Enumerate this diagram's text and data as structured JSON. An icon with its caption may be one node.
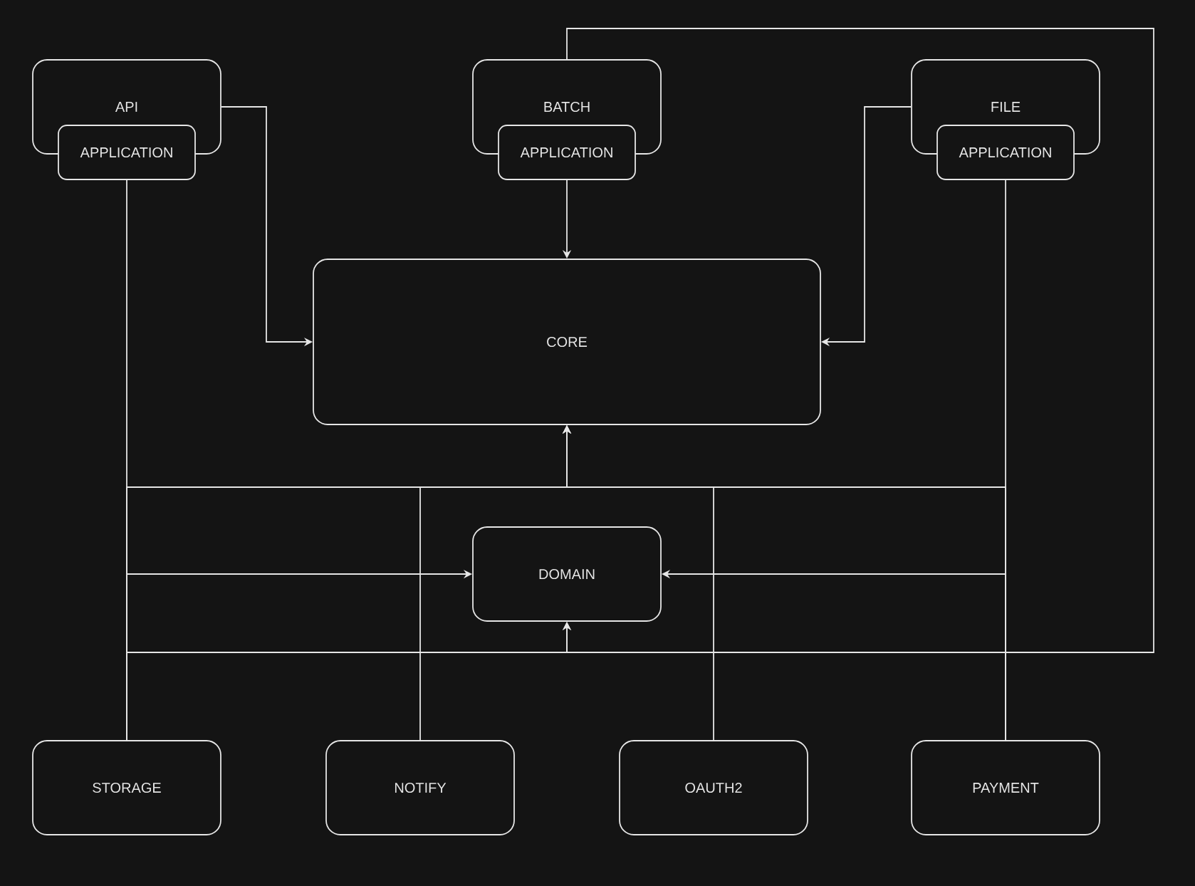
{
  "diagram": {
    "nodes": [
      {
        "text": [
          "API"
        ]
      },
      {
        "text": [
          "APPLICATION"
        ]
      },
      {
        "text": [
          "BATCH"
        ]
      },
      {
        "text": [
          "APPLICATION"
        ]
      },
      {
        "text": [
          "FILE"
        ]
      },
      {
        "text": [
          "APPLICATION"
        ]
      },
      {
        "text": [
          "CORE"
        ]
      },
      {
        "text": [
          "DOMAIN"
        ]
      },
      {
        "text": [
          "STORAGE"
        ]
      },
      {
        "text": [
          "NOTIFY"
        ]
      },
      {
        "text": [
          "OAUTH2"
        ]
      },
      {
        "text": [
          "PAYMENT"
        ]
      }
    ],
    "edges": [
      {
        "from": 0,
        "to": 6,
        "arrow": "to"
      },
      {
        "from": 3,
        "to": 6,
        "arrow": "to"
      },
      {
        "from": 4,
        "to": 6,
        "arrow": "to"
      },
      {
        "from": 1,
        "to": 8,
        "arrow": "none"
      },
      {
        "from": 5,
        "to": 11,
        "arrow": "none"
      },
      {
        "from": 9,
        "to": 6,
        "arrow": "to"
      },
      {
        "from": 10,
        "to": 6,
        "arrow": "to"
      },
      {
        "from": 8,
        "to": 6,
        "arrow": "to"
      },
      {
        "from": 11,
        "to": 6,
        "arrow": "to"
      },
      {
        "from": 8,
        "to": 7,
        "arrow": "to"
      },
      {
        "from": 11,
        "to": 7,
        "arrow": "to"
      },
      {
        "from": 2,
        "to": 7,
        "arrow": "to"
      },
      {
        "from": 8,
        "to": 7,
        "arrow": "to"
      }
    ]
  }
}
